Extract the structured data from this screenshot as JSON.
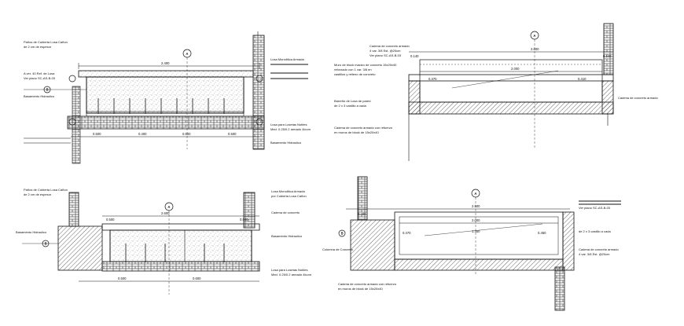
{
  "tl": {
    "note1": "Paños de Cubierta Losa Cañon",
    "note2": "de 2 cm de espesor",
    "note3": "A ver. 40 Ref. de Losa",
    "note4": "Ver plano SC-AS-B-03",
    "note5": "Basamento Hidraulico",
    "note6": "Losa Monolitica Armada",
    "note7": "Losa para Losetas Nobles",
    "note8": "Med. 0.25/0.2 armado 4lcom",
    "note9": "Basamento Hidraulico",
    "dim_top": "2.400",
    "dim_b1": "0.500",
    "dim_b2": "0.400",
    "dim_b3": "0.500",
    "dim_b4": "0.500",
    "grid_label": "A",
    "axis_label": "B"
  },
  "tr": {
    "note1": "Cadena de concreto armado",
    "note2": "4 var. 3/8 Est. @20cm",
    "note3": "Ver plano SC-AS-B-03",
    "note4": "Muro de block macizo de concreto 15x20x40",
    "note5": "reforzado con 1 var. 3/8 en",
    "note6": "castillos y relleno de concreto",
    "note7": "Barreño de Losa de pared",
    "note8": "de 2 x 3 castillo a cada",
    "note9": "Cadena de concreto armado con refuerzo",
    "note10": "en muros de block de 15x20x40",
    "note11": "Cadena de concreto armado",
    "dim_top": "2.600",
    "dim_in": "2.000",
    "dim_l": "0.140",
    "dim_r": "0.140",
    "dim_v1": "0.470",
    "dim_v2": "0.410",
    "grid_label": "A"
  },
  "bl": {
    "note1": "Paños de Cubierta Losa Cañon",
    "note2": "de 2 cm de espesor",
    "note3": "Basamento Hidraulico",
    "note4": "Losa Monolitica Armada",
    "note5": "por Cubierta Losa Cañon",
    "note6": "Cadena de concreto",
    "note7": "Basamento Hidraulico",
    "note8": "Losa para Losetas Nobles",
    "note9": "Med. 0.25/0.2 armado 4lcom",
    "dim_top": "2.600",
    "dim_l": "0.500",
    "dim_r": "0.500",
    "dim_b1": "0.500",
    "dim_b2": "0.600",
    "grid_label": "A",
    "axis_label": "B"
  },
  "br": {
    "note1": "Ver plano SC-AS-B-03",
    "note2": "de 2 x 3 castillo a cada",
    "note3": "Cadena de concreto armado",
    "note4": "4 var. 3/8 Est. @20cm",
    "note5": "Columna de Concreto",
    "note6": "Cadena de concreto armado con refuerzo",
    "note7": "en muros de block de 15x20x40",
    "dim_top": "2.500",
    "dim_in": "2.000",
    "dim_l": "0.400",
    "dim_v1": "0.470",
    "dim_v2": "0.450",
    "dim_mid": "1.450",
    "grid_label": "A",
    "axis_label": "B"
  },
  "colors": {
    "line": "#111111",
    "hatch": "#444444",
    "speckle": "#777777"
  }
}
